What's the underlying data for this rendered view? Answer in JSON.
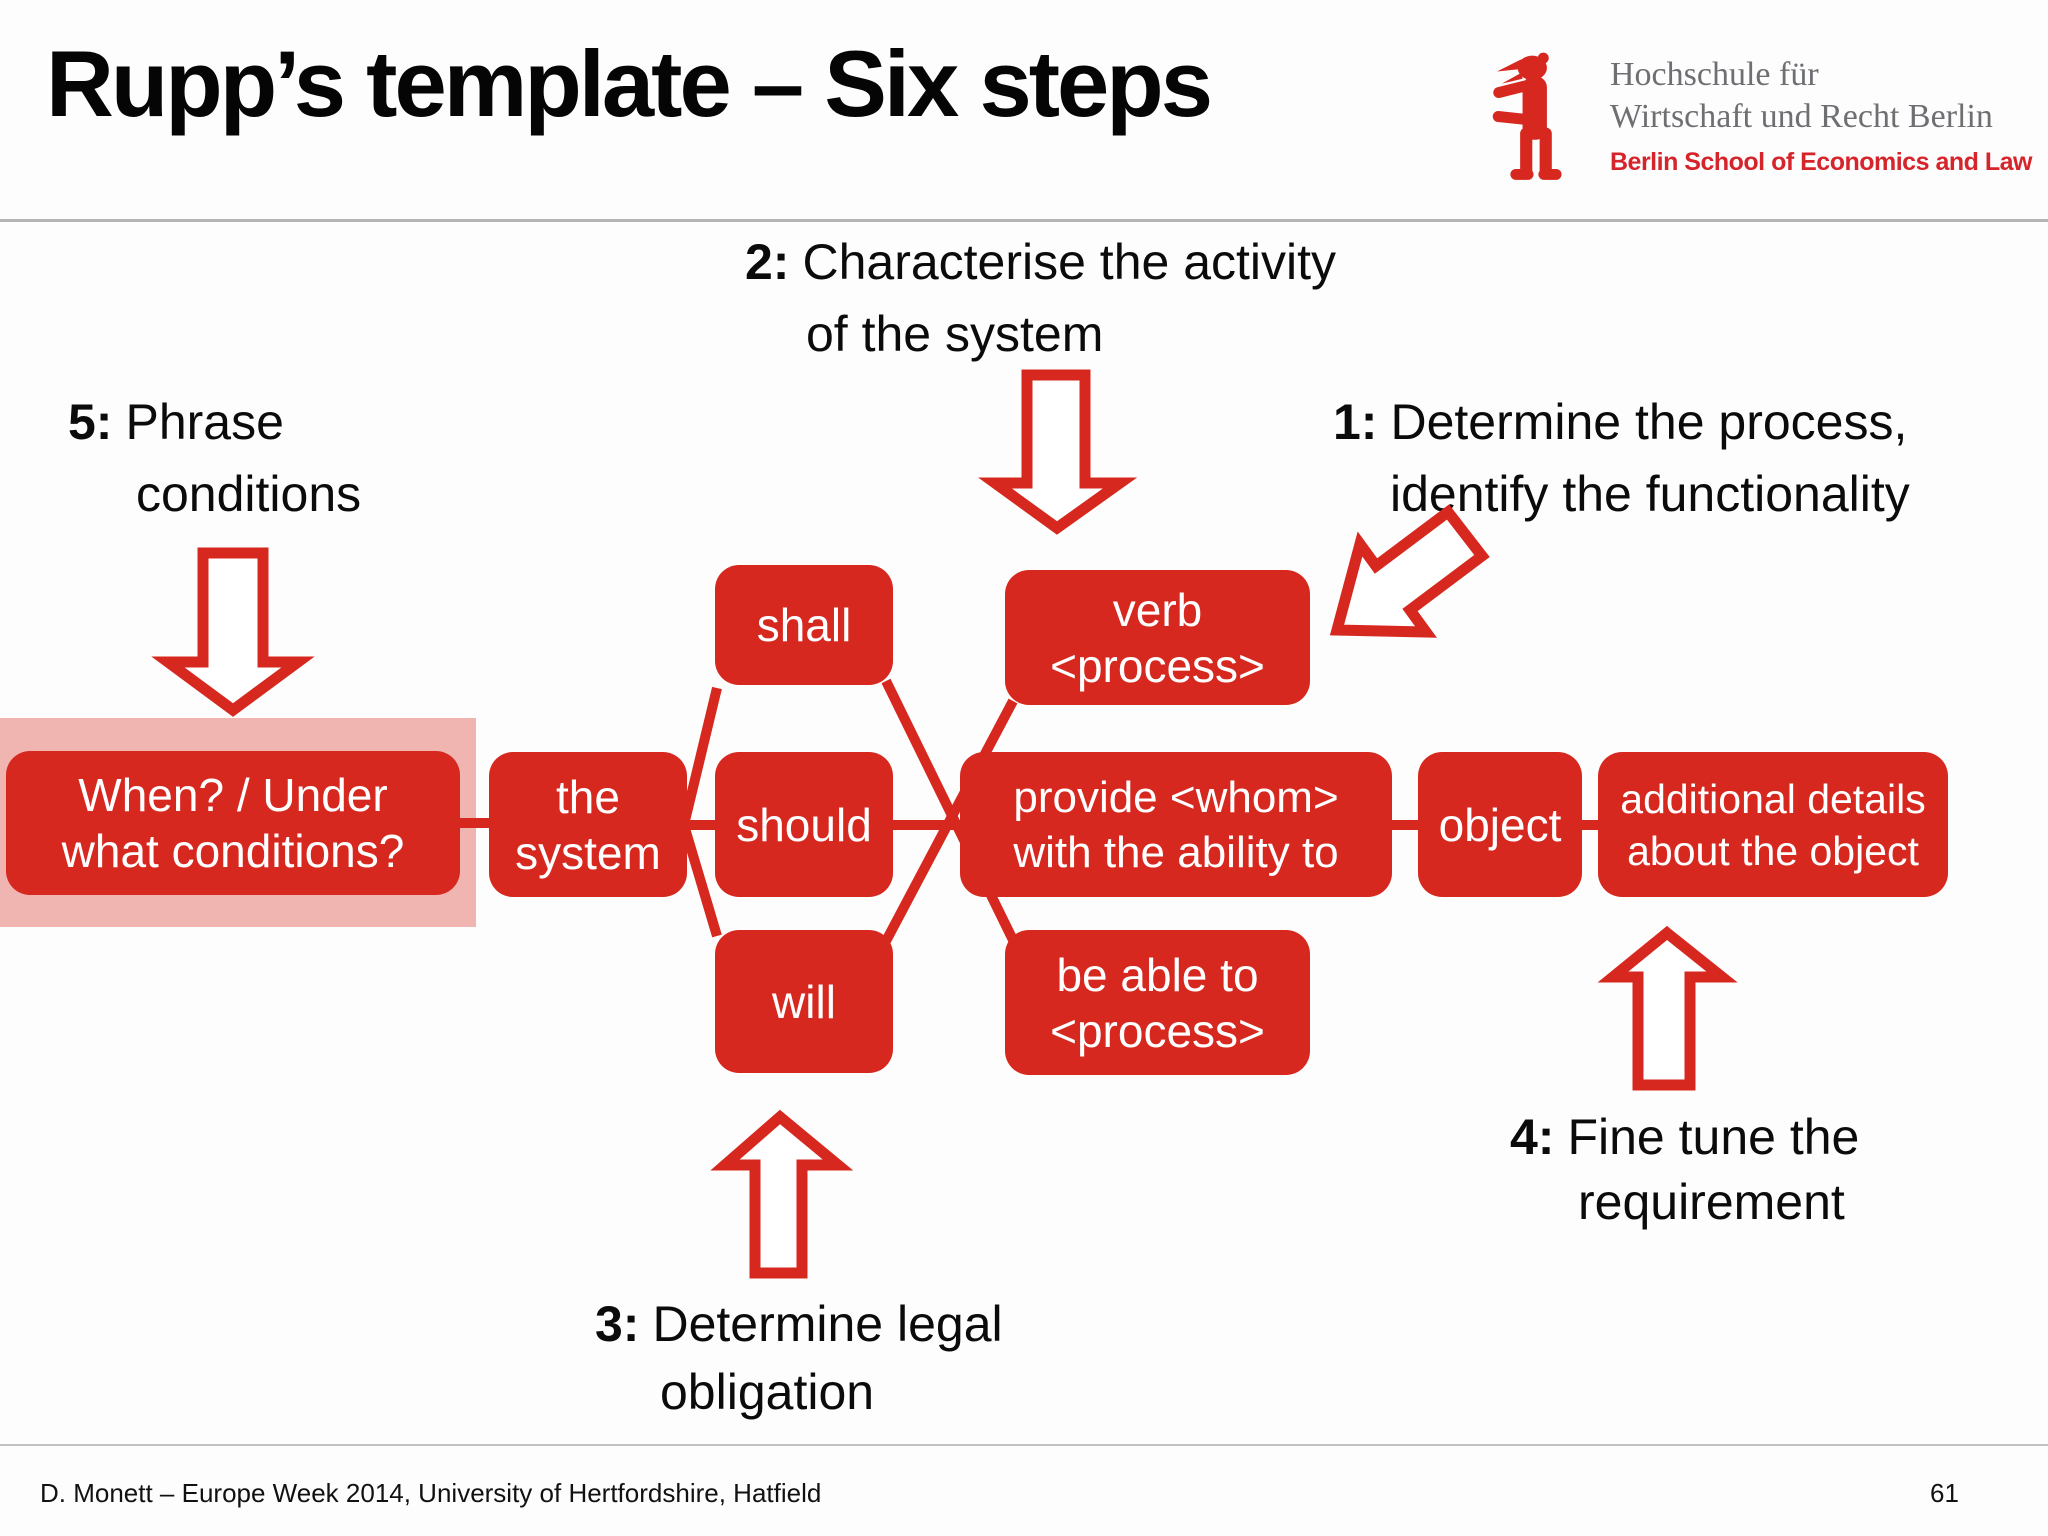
{
  "slide": {
    "title": "Rupp’s template – Six steps",
    "footer": "D. Monett – Europe Week 2014, University of Hertfordshire, Hatfield",
    "page_number": "61"
  },
  "logo": {
    "name_line1": "Hochschule für",
    "name_line2": "Wirtschaft und Recht Berlin",
    "subtitle": "Berlin School of Economics and Law",
    "bear_icon": "berlin-bear-icon"
  },
  "colors": {
    "box_red": "#d7281f",
    "condition_pink": "#f0b4b1",
    "logo_gray": "#6e6f72",
    "logo_red": "#d6242b",
    "text_black": "#0a0a0a",
    "rule_gray": "#b7b4b4"
  },
  "annotations": {
    "step1": {
      "num": "1:",
      "line1": "Determine the process,",
      "line2": "identify the functionality",
      "icon": "block-arrow-down-left-icon"
    },
    "step2": {
      "num": "2:",
      "line1": "Characterise the activity",
      "line2": "of the system",
      "icon": "block-arrow-down-icon"
    },
    "step3": {
      "num": "3:",
      "line1": "Determine legal",
      "line2": "obligation",
      "icon": "block-arrow-up-icon"
    },
    "step4": {
      "num": "4:",
      "line1": "Fine tune the",
      "line2": "requirement",
      "icon": "block-arrow-up-icon"
    },
    "step5": {
      "num": "5:",
      "line1": "Phrase",
      "line2": "conditions",
      "icon": "block-arrow-down-icon"
    }
  },
  "boxes": {
    "when": {
      "line1": "When? / Under",
      "line2": "what conditions?"
    },
    "system": {
      "line1": "the",
      "line2": "system"
    },
    "shall": {
      "line1": "shall"
    },
    "should": {
      "line1": "should"
    },
    "will": {
      "line1": "will"
    },
    "verb": {
      "line1": "verb",
      "line2": "<process>"
    },
    "provide": {
      "line1": "provide <whom>",
      "line2": "with the ability to"
    },
    "beable": {
      "line1": "be able to",
      "line2": "<process>"
    },
    "object": {
      "line1": "object"
    },
    "details": {
      "line1": "additional details",
      "line2": "about the object"
    }
  }
}
